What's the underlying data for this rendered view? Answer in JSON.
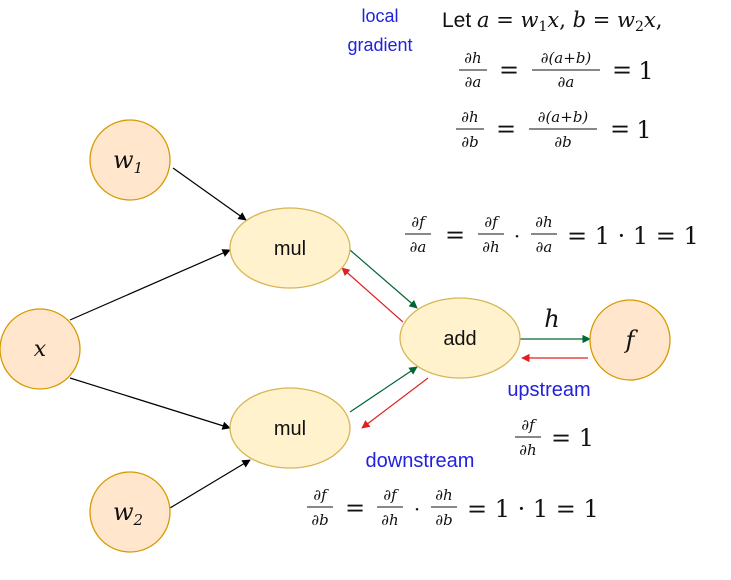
{
  "annotations": {
    "local_gradient_line1": "local",
    "local_gradient_line2": "gradient",
    "upstream": "upstream",
    "downstream": "downstream"
  },
  "nodes": {
    "w1": {
      "var": "w",
      "sub": "1"
    },
    "w2": {
      "var": "w",
      "sub": "2"
    },
    "x": {
      "var": "x"
    },
    "f": {
      "var": "f"
    },
    "mul_top": {
      "label": "mul"
    },
    "mul_bottom": {
      "label": "mul"
    },
    "add": {
      "label": "add"
    }
  },
  "edge_labels": {
    "h": "h"
  },
  "equations": {
    "let": {
      "prefix": "Let ",
      "a": "a",
      "b": "b",
      "w": "w",
      "x": "x",
      "s1": "1",
      "s2": "2",
      "eq": " = ",
      "comma": ", ",
      "end": ","
    },
    "dh_da": {
      "num": "∂h",
      "den": "∂a",
      "rhs_num": "∂(a+b)",
      "rhs_den": "∂a",
      "value": "1",
      "eq": "="
    },
    "dh_db": {
      "num": "∂h",
      "den": "∂b",
      "rhs_num": "∂(a+b)",
      "rhs_den": "∂b",
      "value": "1",
      "eq": "="
    },
    "df_da": {
      "l_num": "∂f",
      "l_den": "∂a",
      "f1_num": "∂f",
      "f1_den": "∂h",
      "f2_num": "∂h",
      "f2_den": "∂a",
      "tail": "= 1 · 1 = 1",
      "eq": "=",
      "dot": "·"
    },
    "df_dh": {
      "num": "∂f",
      "den": "∂h",
      "value": "= 1"
    },
    "df_db": {
      "l_num": "∂f",
      "l_den": "∂b",
      "f1_num": "∂f",
      "f1_den": "∂h",
      "f2_num": "∂h",
      "f2_den": "∂b",
      "tail": "= 1 · 1 = 1",
      "eq": "=",
      "dot": "·"
    }
  },
  "colors": {
    "circle_fill": "#ffe6cc",
    "circle_stroke": "#d79b00",
    "ellipse_fill": "#fff2cc",
    "ellipse_stroke": "#d6b656",
    "forward_green": "#006633",
    "backward_red": "#e02020",
    "annotation_blue": "#2222dd"
  }
}
